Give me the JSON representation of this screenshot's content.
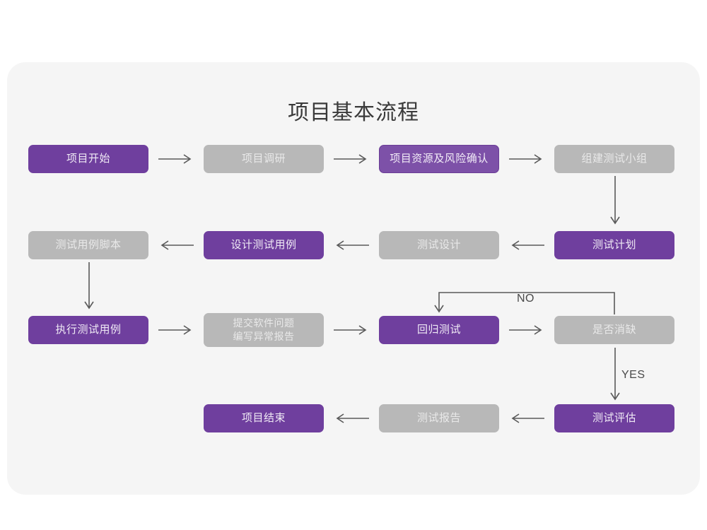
{
  "title": "项目基本流程",
  "colors": {
    "page_background": "#ffffff",
    "card_background": "#f5f5f5",
    "accent_purple": "#6f3f9e",
    "accent_purple_outline": "#7d51a8",
    "muted_grey": "#b8b8b8",
    "connector": "#595959",
    "title_text": "#3a3a3a"
  },
  "chart_data": {
    "type": "diagram",
    "diagram_kind": "flowchart",
    "title": "项目基本流程",
    "grid": {
      "columns": 4,
      "rows": 4,
      "column_x": [
        40,
        288,
        536,
        784
      ],
      "row_y": [
        205,
        327,
        445,
        572
      ]
    },
    "nodes": [
      {
        "id": "n1",
        "label": "项目开始",
        "style": "purple",
        "row": 1,
        "col": 1
      },
      {
        "id": "n2",
        "label": "项目调研",
        "style": "grey",
        "row": 1,
        "col": 2
      },
      {
        "id": "n3",
        "label": "项目资源及风险确认",
        "style": "purple-outline",
        "row": 1,
        "col": 3
      },
      {
        "id": "n4",
        "label": "组建测试小组",
        "style": "grey",
        "row": 1,
        "col": 4
      },
      {
        "id": "n5",
        "label": "测试用例脚本",
        "style": "grey",
        "row": 2,
        "col": 1
      },
      {
        "id": "n6",
        "label": "设计测试用例",
        "style": "purple",
        "row": 2,
        "col": 2
      },
      {
        "id": "n7",
        "label": "测试设计",
        "style": "grey",
        "row": 2,
        "col": 3
      },
      {
        "id": "n8",
        "label": "测试计划",
        "style": "purple",
        "row": 2,
        "col": 4
      },
      {
        "id": "n9",
        "label": "执行测试用例",
        "style": "purple",
        "row": 3,
        "col": 1
      },
      {
        "id": "n10",
        "label": "提交软件问题\n编写异常报告",
        "style": "grey",
        "row": 3,
        "col": 2
      },
      {
        "id": "n11",
        "label": "回归测试",
        "style": "purple",
        "row": 3,
        "col": 3
      },
      {
        "id": "n12",
        "label": "是否消缺",
        "style": "grey",
        "row": 3,
        "col": 4
      },
      {
        "id": "n13",
        "label": "项目结束",
        "style": "purple",
        "row": 4,
        "col": 2
      },
      {
        "id": "n14",
        "label": "测试报告",
        "style": "grey",
        "row": 4,
        "col": 3
      },
      {
        "id": "n15",
        "label": "测试评估",
        "style": "purple",
        "row": 4,
        "col": 4
      }
    ],
    "edges": [
      {
        "from": "n1",
        "to": "n2",
        "direction": "right",
        "label": ""
      },
      {
        "from": "n2",
        "to": "n3",
        "direction": "right",
        "label": ""
      },
      {
        "from": "n3",
        "to": "n4",
        "direction": "right",
        "label": ""
      },
      {
        "from": "n4",
        "to": "n8",
        "direction": "down",
        "label": ""
      },
      {
        "from": "n8",
        "to": "n7",
        "direction": "left",
        "label": ""
      },
      {
        "from": "n7",
        "to": "n6",
        "direction": "left",
        "label": ""
      },
      {
        "from": "n6",
        "to": "n5",
        "direction": "left",
        "label": ""
      },
      {
        "from": "n5",
        "to": "n9",
        "direction": "down",
        "label": ""
      },
      {
        "from": "n9",
        "to": "n10",
        "direction": "right",
        "label": ""
      },
      {
        "from": "n10",
        "to": "n11",
        "direction": "right",
        "label": ""
      },
      {
        "from": "n11",
        "to": "n12",
        "direction": "right",
        "label": ""
      },
      {
        "from": "n12",
        "to": "n11",
        "direction": "loop-up-left",
        "label": "NO"
      },
      {
        "from": "n12",
        "to": "n15",
        "direction": "down",
        "label": "YES"
      },
      {
        "from": "n15",
        "to": "n14",
        "direction": "left",
        "label": ""
      },
      {
        "from": "n14",
        "to": "n13",
        "direction": "left",
        "label": ""
      }
    ],
    "edge_labels": {
      "no": "NO",
      "yes": "YES"
    }
  }
}
